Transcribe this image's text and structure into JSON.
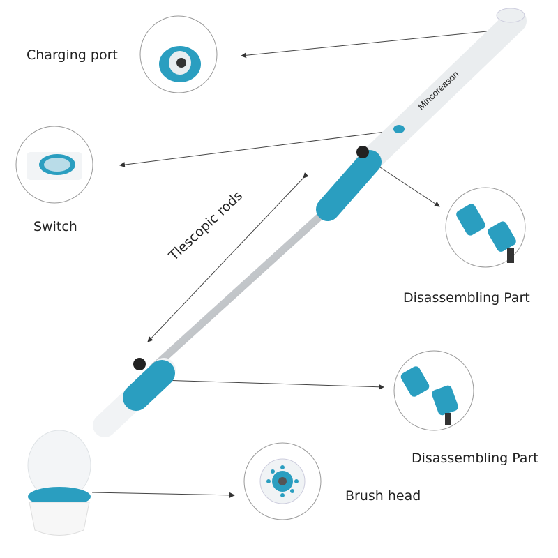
{
  "brand": "Mincoreason",
  "labels": {
    "charging_port": "Charging port",
    "switch": "Switch",
    "telescopic_rods": "Tlescopic rods",
    "disassembling_top": "Disassembling Part",
    "disassembling_bottom": "Disassembling Part",
    "brush_head": "Brush head"
  },
  "colors": {
    "accent": "#2a9ec0",
    "rod": "#b8bcc0",
    "body": "#f4f6f8"
  }
}
